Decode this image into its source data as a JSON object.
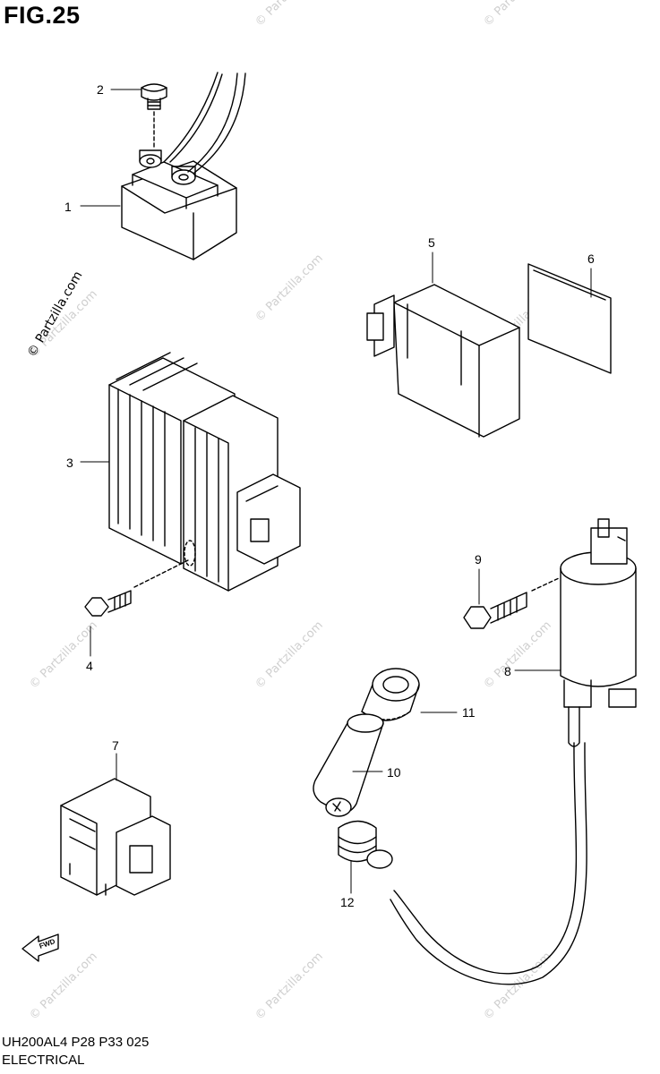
{
  "figure": {
    "title": "FIG.25"
  },
  "callouts": [
    "1",
    "2",
    "3",
    "4",
    "5",
    "6",
    "7",
    "8",
    "9",
    "10",
    "11",
    "12"
  ],
  "watermark": {
    "text": "© Partzilla.com"
  },
  "fwd_label": "FWD",
  "footer": {
    "code": "UH200AL4 P28 P33 025",
    "section": "ELECTRICAL"
  }
}
